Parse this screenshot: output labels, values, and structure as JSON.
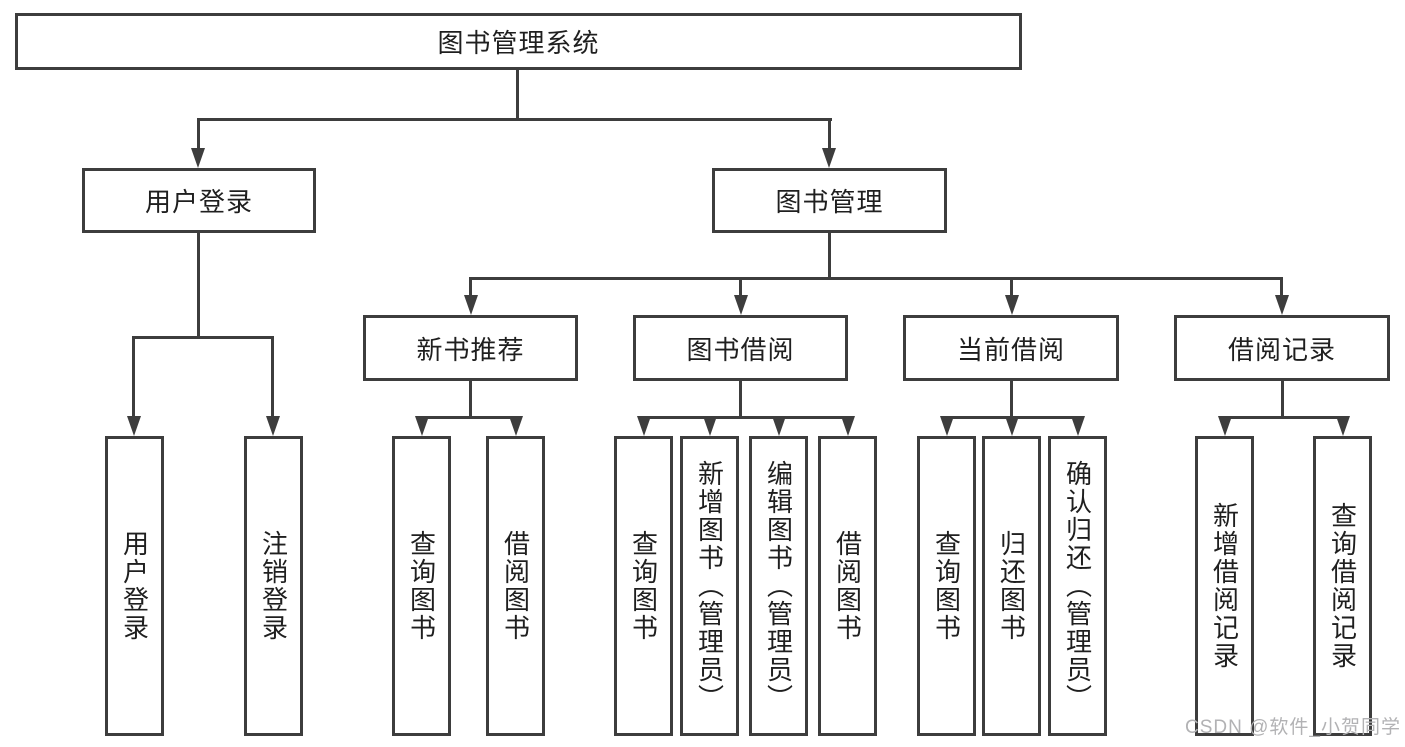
{
  "diagram": {
    "title_node": "图书管理系统",
    "branches": {
      "user_login": {
        "label": "用户登录",
        "children": {
          "login": "用户登录",
          "logout": "注销登录"
        }
      },
      "book_management": {
        "label": "图书管理",
        "children": {
          "new_book_recommend": {
            "label": "新书推荐",
            "children": {
              "query_books": "查询图书",
              "borrow_books": "借阅图书"
            }
          },
          "book_borrow": {
            "label": "图书借阅",
            "children": {
              "query_books": "查询图书",
              "add_books": "新增图书（管理员）",
              "edit_books": "编辑图书（管理员）",
              "borrow_books": "借阅图书"
            }
          },
          "current_borrow": {
            "label": "当前借阅",
            "children": {
              "query_books": "查询图书",
              "return_books": "归还图书",
              "confirm_return": "确认归还（管理员）"
            }
          },
          "borrow_records": {
            "label": "借阅记录",
            "children": {
              "add_record": "新增借阅记录",
              "query_record": "查询借阅记录"
            }
          }
        }
      }
    }
  },
  "watermark": "CSDN @软件_小贺同学",
  "colors": {
    "line": "#3d3d3d",
    "text": "#1f1f1f",
    "watermark": "#b2b2b4",
    "background": "#ffffff"
  }
}
